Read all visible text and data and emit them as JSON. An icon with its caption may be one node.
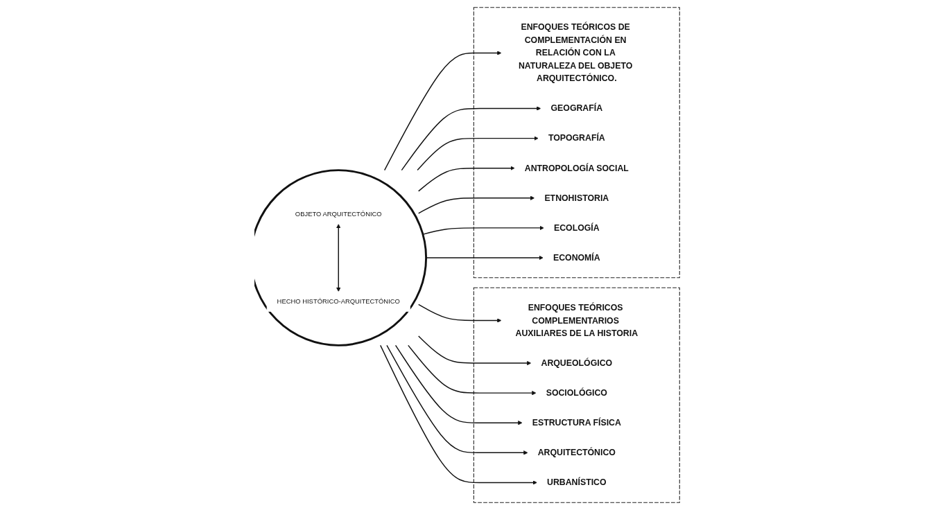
{
  "diagram": {
    "nodes": [
      {
        "text": [],
        "shape": "box"
      },
      {
        "text": [
          "ENFOQUES TEÓRICOS COMPLEMENTARIOS AUXILIARES DE LA HISTORIA"
        ],
        "in": 0
      },
      {
        "text": [
          "ARQUEOLÓGICO"
        ],
        "in": 0
      },
      {
        "text": [
          "SOCIOLÓGICO"
        ],
        "in": 0
      },
      {
        "text": [
          "ESTRUCTURA FÍSICA"
        ],
        "in": 0
      },
      {
        "text": [
          "ARQUITECTÓNICO"
        ],
        "in": 0
      },
      {
        "text": [
          "URBANÍSTICO"
        ],
        "in": 0
      },
      {
        "text": [],
        "shape": "circle"
      },
      {
        "text": [
          "OBJETO ARQUITECTÓNICO"
        ],
        "in": 7
      },
      {
        "text": [
          "HECHO HISTÓRICO-ARQUITECTÓNICO"
        ],
        "in": 7
      },
      {
        "text": [],
        "shape": "box"
      },
      {
        "text": [
          "ENFOQUES TEÓRICOS DE COMPLEMENTACIÓN EN RELACIÓN CON LA NATURALEZA DEL OBJETO ARQUITECTÓNICO."
        ],
        "in": 10
      },
      {
        "text": [
          "GEOGRAFÍA"
        ],
        "in": 10
      },
      {
        "text": [
          "TOPOGRAFÍA"
        ],
        "in": 10
      },
      {
        "text": [
          "ANTROPOLOGÍA SOCIAL"
        ],
        "in": 10
      },
      {
        "text": [
          "ETNOHISTORIA"
        ],
        "in": 10
      },
      {
        "text": [
          "ECOLOGÍA"
        ],
        "in": 10
      },
      {
        "text": [
          "ECONOMÍA"
        ],
        "in": 10
      }
    ],
    "edges": [
      {
        "from": 7,
        "to": 1,
        "arrow": "to"
      },
      {
        "from": 7,
        "to": 2,
        "arrow": "to"
      },
      {
        "from": 7,
        "to": 3,
        "arrow": "to"
      },
      {
        "from": 7,
        "to": 4,
        "arrow": "to"
      },
      {
        "from": 7,
        "to": 5,
        "arrow": "to"
      },
      {
        "from": 7,
        "to": 6,
        "arrow": "to"
      },
      {
        "from": 8,
        "to": 9,
        "arrow": "both"
      },
      {
        "from": 7,
        "to": 11,
        "arrow": "to"
      },
      {
        "from": 7,
        "to": 12,
        "arrow": "to"
      },
      {
        "from": 7,
        "to": 13,
        "arrow": "to"
      },
      {
        "from": 7,
        "to": 14,
        "arrow": "to"
      },
      {
        "from": 7,
        "to": 15,
        "arrow": "to"
      },
      {
        "from": 7,
        "to": 16,
        "arrow": "to"
      },
      {
        "from": 7,
        "to": 17,
        "arrow": "to"
      }
    ]
  }
}
